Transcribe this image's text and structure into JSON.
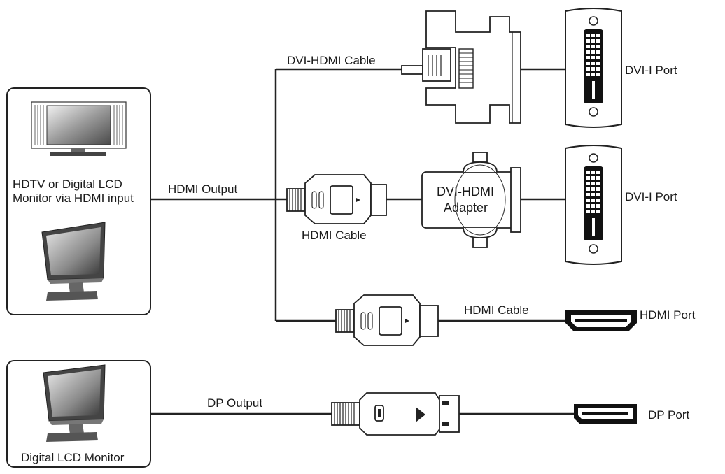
{
  "source_box": {
    "label_line1": "HDTV or Digital LCD",
    "label_line2": "Monitor via HDMI input"
  },
  "dp_box": {
    "label": "Digital LCD Monitor"
  },
  "outputs": {
    "hdmi_output": "HDMI Output",
    "dp_output": "DP Output"
  },
  "connections": [
    {
      "cable": "DVI-HDMI Cable",
      "port": "DVI-I Port"
    },
    {
      "cable": "HDMI Cable",
      "adapter_line1": "DVI-HDMI",
      "adapter_line2": "Adapter",
      "port": "DVI-I Port"
    },
    {
      "cable": "HDMI Cable",
      "port": "HDMI Port"
    }
  ],
  "dp_connection": {
    "port": "DP Port"
  }
}
